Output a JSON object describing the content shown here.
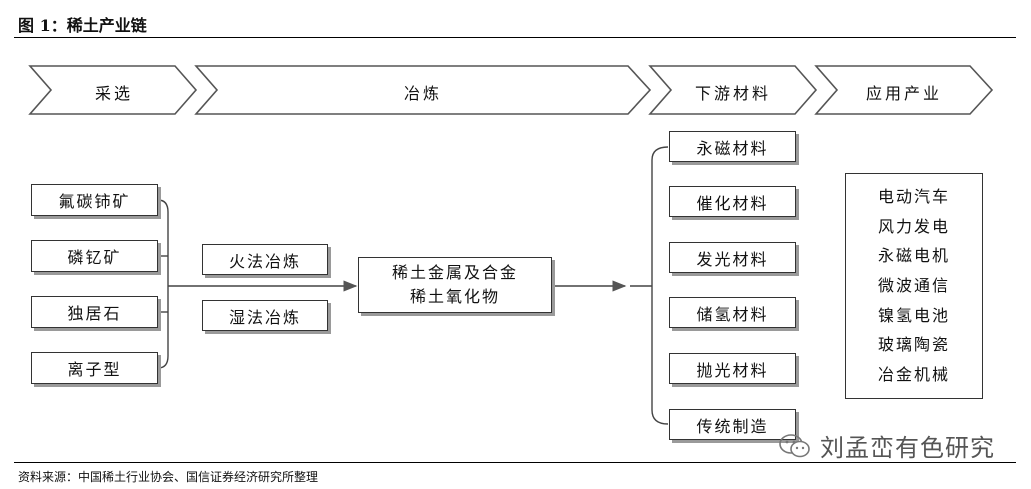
{
  "figure_title": "图 1：稀土产业链",
  "stages": {
    "mining": "采选",
    "smelting": "冶炼",
    "downstream": "下游材料",
    "application": "应用产业"
  },
  "ores": [
    "氟碳铈矿",
    "磷钇矿",
    "独居石",
    "离子型"
  ],
  "smelting_methods": [
    "火法冶炼",
    "湿法冶炼"
  ],
  "products": [
    "稀土金属及合金",
    "稀土氧化物"
  ],
  "materials": [
    "永磁材料",
    "催化材料",
    "发光材料",
    "储氢材料",
    "抛光材料",
    "传统制造"
  ],
  "applications": [
    "电动汽车",
    "风力发电",
    "永磁电机",
    "微波通信",
    "镍氢电池",
    "玻璃陶瓷",
    "冶金机械"
  ],
  "source": "资料来源：中国稀土行业协会、国信证券经济研究所整理",
  "watermark": "刘孟峦有色研究"
}
